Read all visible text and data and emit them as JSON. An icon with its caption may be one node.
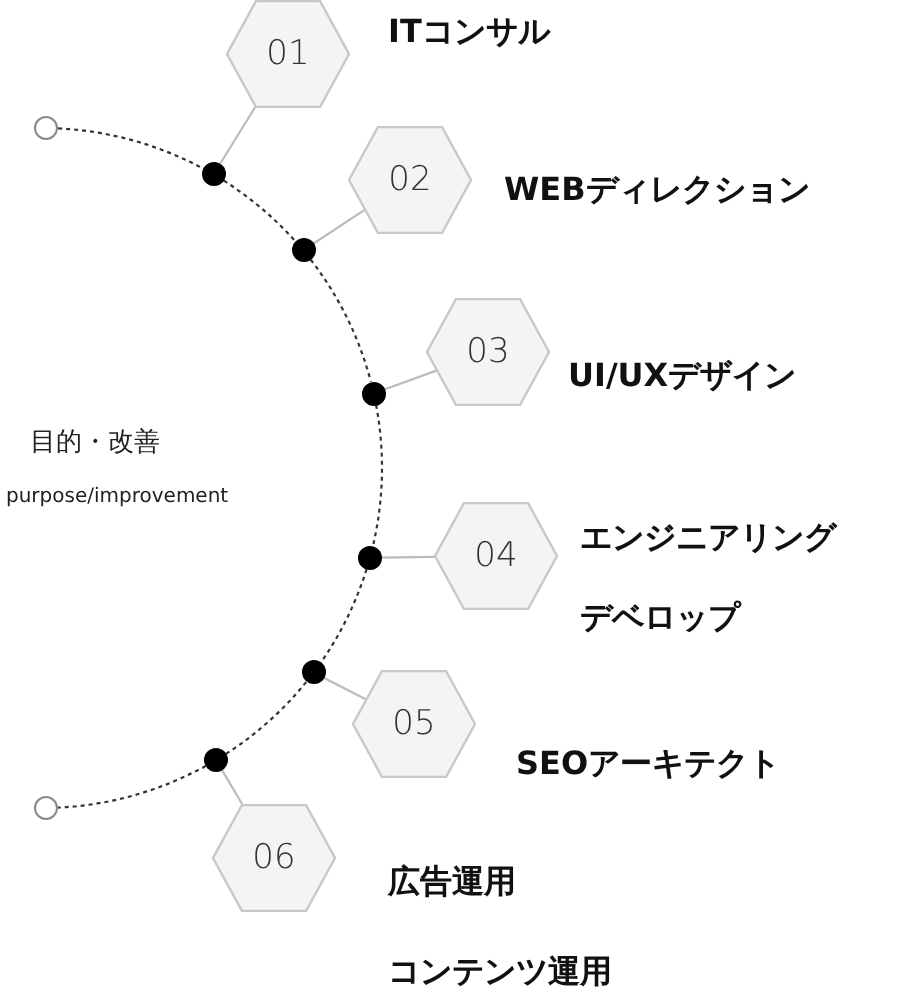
{
  "diagram": {
    "nodes": [
      {
        "text": [
          "01"
        ],
        "beside": [
          "ITコンサル"
        ]
      },
      {
        "text": [
          "02"
        ],
        "beside": [
          "WEBディレクション"
        ]
      },
      {
        "text": [
          "03"
        ],
        "beside": [
          "UI/UXデザイン"
        ]
      },
      {
        "text": [
          "04"
        ],
        "beside": [
          "エンジニアリング",
          "デベロップ"
        ]
      },
      {
        "text": [
          "05"
        ],
        "beside": [
          "SEOアーキテクト"
        ]
      },
      {
        "text": [
          "06"
        ],
        "beside": [
          "広告運用",
          "コンテンツ運用"
        ]
      },
      {
        "text": [],
        "shape": "circle"
      },
      {
        "text": [],
        "shape": "circle"
      },
      {
        "text": [],
        "shape": "circle"
      },
      {
        "text": [],
        "shape": "circle"
      },
      {
        "text": [],
        "shape": "circle"
      },
      {
        "text": [],
        "shape": "circle"
      },
      {
        "text": [],
        "shape": "circle"
      },
      {
        "text": [],
        "shape": "circle"
      }
    ],
    "edges": [
      {
        "from": 6,
        "to": 7,
        "arrow": "none",
        "style": "dashed"
      },
      {
        "from": 7,
        "to": 8,
        "arrow": "none",
        "style": "dashed"
      },
      {
        "from": 8,
        "to": 9,
        "arrow": "none",
        "style": "dashed"
      },
      {
        "from": 9,
        "to": 10,
        "arrow": "none",
        "style": "dashed"
      },
      {
        "from": 10,
        "to": 11,
        "arrow": "none",
        "style": "dashed"
      },
      {
        "from": 11,
        "to": 12,
        "arrow": "none",
        "style": "dashed"
      },
      {
        "from": 12,
        "to": 13,
        "arrow": "none",
        "style": "dashed"
      },
      {
        "from": 7,
        "to": 0,
        "arrow": "none",
        "color": "#bbbbbb"
      },
      {
        "from": 8,
        "to": 1,
        "arrow": "none",
        "color": "#bbbbbb"
      },
      {
        "from": 9,
        "to": 2,
        "arrow": "none",
        "color": "#bbbbbb"
      },
      {
        "from": 10,
        "to": 3,
        "arrow": "none",
        "color": "#bbbbbb"
      },
      {
        "from": 11,
        "to": 4,
        "arrow": "none",
        "color": "#bbbbbb"
      },
      {
        "from": 12,
        "to": 5,
        "arrow": "none",
        "color": "#bbbbbb"
      }
    ],
    "labels": [
      "目的・改善",
      "purpose/improvement"
    ]
  }
}
